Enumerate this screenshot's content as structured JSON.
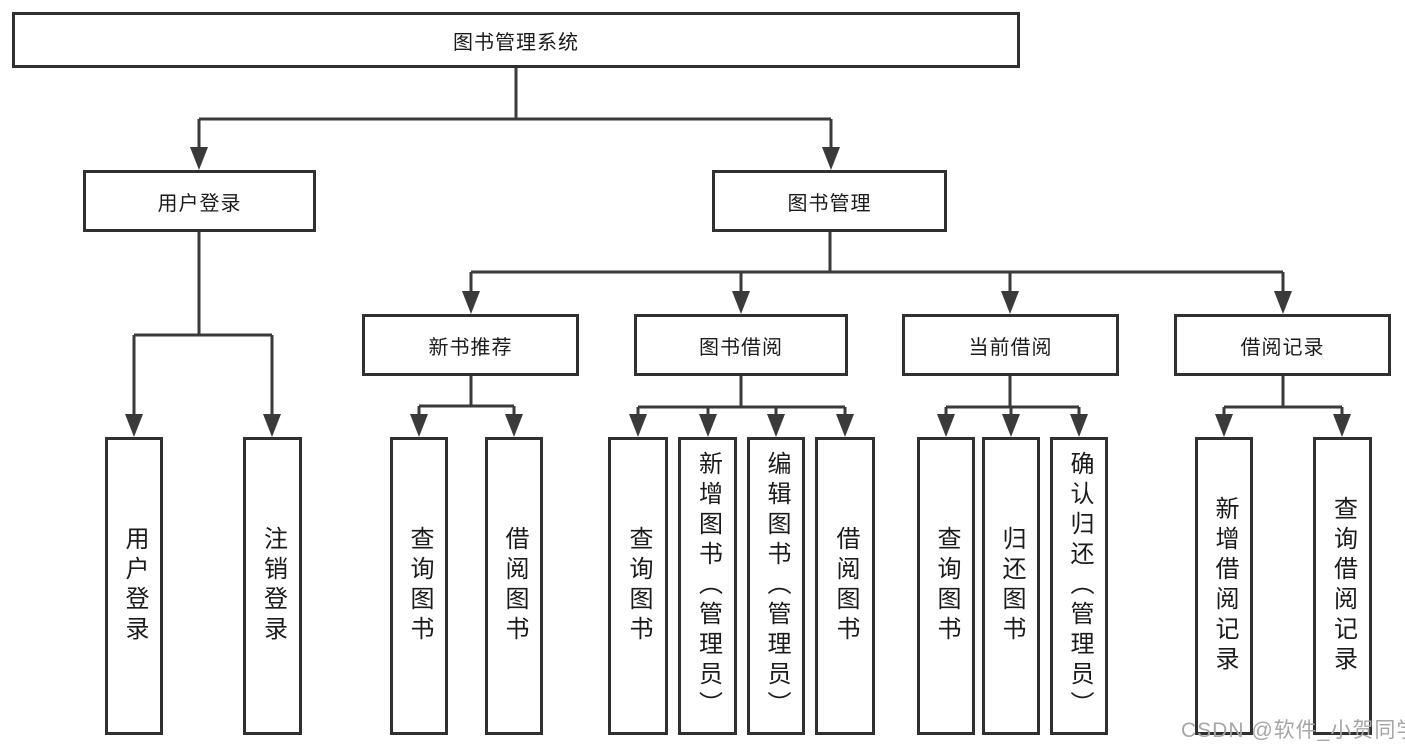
{
  "nodes": {
    "root": {
      "label": "图书管理系统"
    },
    "level2": [
      {
        "label": "用户登录"
      },
      {
        "label": "图书管理"
      }
    ],
    "level3": [
      {
        "label": "新书推荐",
        "parent": "图书管理"
      },
      {
        "label": "图书借阅",
        "parent": "图书管理"
      },
      {
        "label": "当前借阅",
        "parent": "图书管理"
      },
      {
        "label": "借阅记录",
        "parent": "图书管理"
      }
    ],
    "leaves": [
      {
        "label": "用户登录",
        "parent": "用户登录"
      },
      {
        "label": "注销登录",
        "parent": "用户登录"
      },
      {
        "label": "查询图书",
        "parent": "新书推荐"
      },
      {
        "label": "借阅图书",
        "parent": "新书推荐"
      },
      {
        "label": "查询图书",
        "parent": "图书借阅"
      },
      {
        "label": "新增图书（管理员）",
        "parent": "图书借阅"
      },
      {
        "label": "编辑图书（管理员）",
        "parent": "图书借阅"
      },
      {
        "label": "借阅图书",
        "parent": "图书借阅"
      },
      {
        "label": "查询图书",
        "parent": "当前借阅"
      },
      {
        "label": "归还图书",
        "parent": "当前借阅"
      },
      {
        "label": "确认归还（管理员）",
        "parent": "当前借阅"
      },
      {
        "label": "新增借阅记录",
        "parent": "借阅记录"
      },
      {
        "label": "查询借阅记录",
        "parent": "借阅记录"
      }
    ]
  },
  "watermark": {
    "text": "CSDN @软件_小贺同学"
  },
  "colors": {
    "line": "#3a3a3a",
    "box_border": "#303030",
    "text": "#1b1b1b",
    "watermark": "#a6a6a6",
    "background": "#ffffff"
  }
}
